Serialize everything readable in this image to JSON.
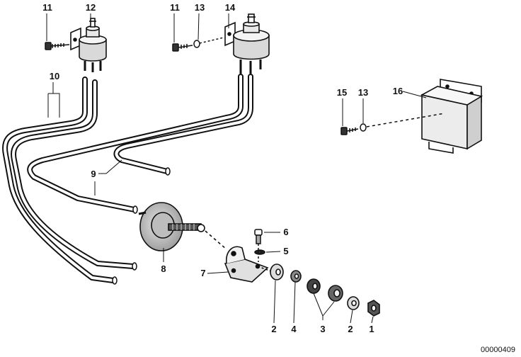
{
  "diagram": {
    "callouts": [
      {
        "id": "c11a",
        "text": "11"
      },
      {
        "id": "c12",
        "text": "12"
      },
      {
        "id": "c11b",
        "text": "11"
      },
      {
        "id": "c13a",
        "text": "13"
      },
      {
        "id": "c14",
        "text": "14"
      },
      {
        "id": "c10",
        "text": "10"
      },
      {
        "id": "c15",
        "text": "15"
      },
      {
        "id": "c13b",
        "text": "13"
      },
      {
        "id": "c16",
        "text": "16"
      },
      {
        "id": "c9",
        "text": "9"
      },
      {
        "id": "c6",
        "text": "6"
      },
      {
        "id": "c5",
        "text": "5"
      },
      {
        "id": "c7",
        "text": "7"
      },
      {
        "id": "c8",
        "text": "8"
      },
      {
        "id": "c2a",
        "text": "2"
      },
      {
        "id": "c4",
        "text": "4"
      },
      {
        "id": "c3",
        "text": "3"
      },
      {
        "id": "c2b",
        "text": "2"
      },
      {
        "id": "c1",
        "text": "1"
      }
    ],
    "image_code": "00000409"
  }
}
